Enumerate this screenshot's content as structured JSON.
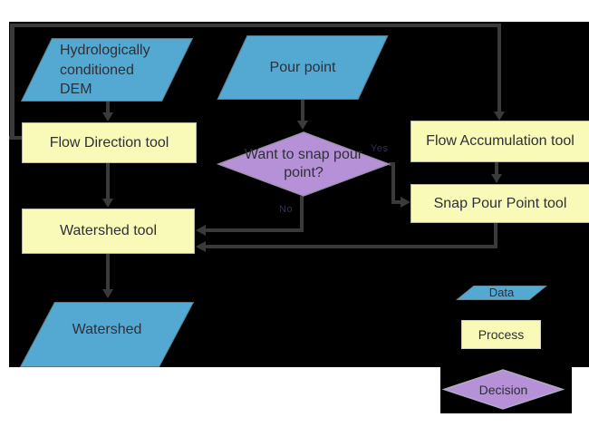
{
  "diagram_type": "flowchart",
  "nodes": {
    "dem": {
      "label": "Hydrologically conditioned DEM",
      "shape": "parallelogram",
      "category": "data"
    },
    "pour_point": {
      "label": "Pour point",
      "shape": "parallelogram",
      "category": "data"
    },
    "flow_direction": {
      "label": "Flow Direction tool",
      "shape": "rectangle",
      "category": "process"
    },
    "flow_accumulation": {
      "label": "Flow Accumulation tool",
      "shape": "rectangle",
      "category": "process"
    },
    "snap_decision": {
      "label": "Want to snap pour point?",
      "shape": "diamond",
      "category": "decision"
    },
    "snap_pour_point": {
      "label": "Snap Pour Point tool",
      "shape": "rectangle",
      "category": "process"
    },
    "watershed_tool": {
      "label": "Watershed tool",
      "shape": "rectangle",
      "category": "process"
    },
    "watershed": {
      "label": "Watershed",
      "shape": "parallelogram",
      "category": "data"
    }
  },
  "edge_labels": {
    "yes": "Yes",
    "no": "No"
  },
  "legend": {
    "data": {
      "label": "Data"
    },
    "process": {
      "label": "Process"
    },
    "decision": {
      "label": "Decision"
    }
  },
  "colors": {
    "data_fill": "#54A9D3",
    "process_fill": "#FAFAB8",
    "decision_fill": "#B691D8",
    "connector": "#3A3A3A",
    "canvas_background": "#000000",
    "page_background": "#FFFFFF"
  }
}
